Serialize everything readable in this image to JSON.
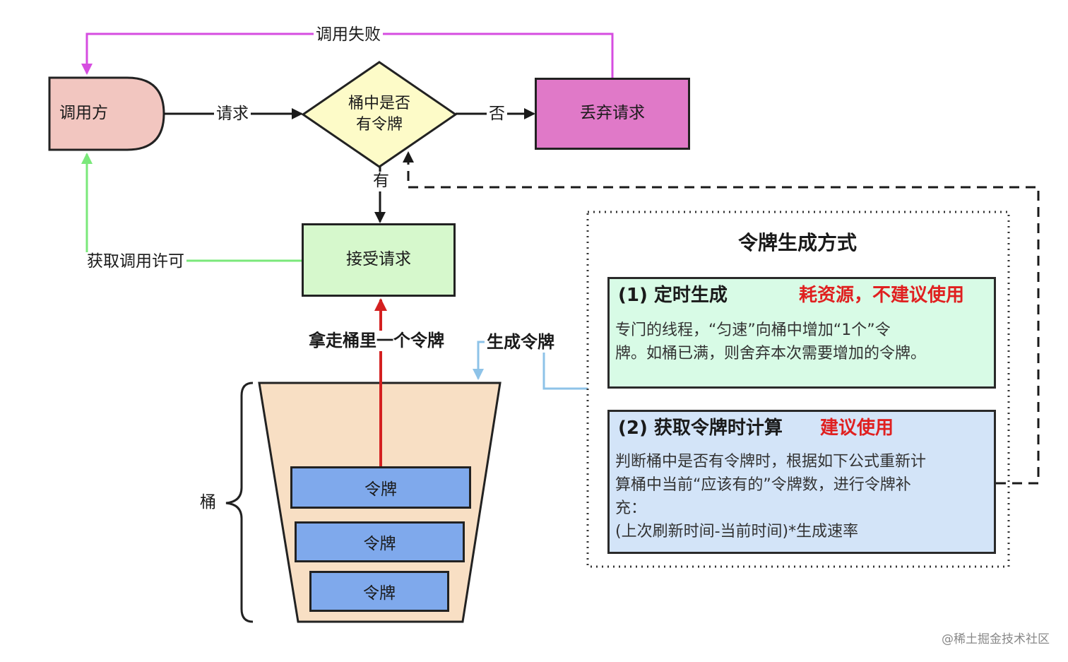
{
  "flow": {
    "caller": "调用方",
    "decision_line1": "桶中是否",
    "decision_line2": "有令牌",
    "drop": "丢弃请求",
    "accept": "接受请求",
    "edge_request": "请求",
    "edge_no": "否",
    "edge_yes": "有",
    "edge_fail": "调用失败",
    "edge_permit": "获取调用许可",
    "edge_take": "拿走桶里一个令牌",
    "edge_generate": "生成令牌",
    "bucket_label": "桶",
    "tokens": [
      "令牌",
      "令牌",
      "令牌"
    ]
  },
  "panel": {
    "title": "令牌生成方式",
    "option1": {
      "heading": "(1) 定时生成",
      "warning": "耗资源，不建议使用",
      "line1": "专门的线程，“匀速”向桶中增加“1个”令",
      "line2": "牌。如桶已满，则舍弃本次需要增加的令牌。"
    },
    "option2": {
      "heading": "(2) 获取令牌时计算",
      "warning": "建议使用",
      "line1": "判断桶中是否有令牌时，根据如下公式重新计",
      "line2": "算桶中当前“应该有的”令牌数，进行令牌补",
      "line3": "充：",
      "line4": "(上次刷新时间-当前时间)*生成速率"
    }
  },
  "watermark": "@稀土掘金技术社区",
  "colors": {
    "caller": "#f2c6c0",
    "decision": "#fdfbc8",
    "drop": "#e079c8",
    "accept": "#d6f8cc",
    "option1": "#d8fbe6",
    "option2": "#d3e4f8",
    "bucket": "#f8dfc4",
    "token": "#7fa9ec",
    "fail_line": "#d64de0",
    "permit_line": "#7ae87a",
    "take_line": "#d42020",
    "generate_line": "#8ec3e8",
    "warning": "#e02020"
  }
}
